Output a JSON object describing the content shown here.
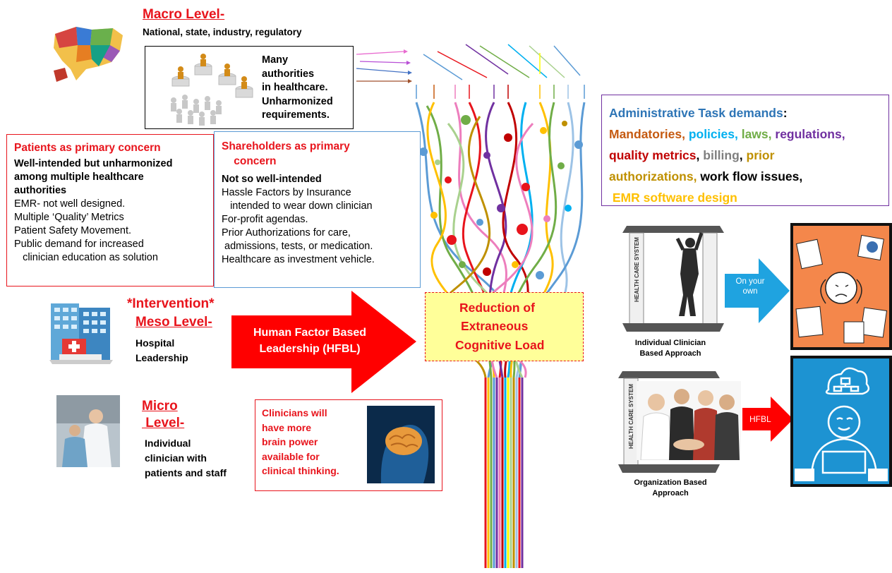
{
  "macro": {
    "title": "Macro Level-",
    "subtitle": "National, state,  industry, regulatory",
    "box_lines": [
      "Many",
      "authorities",
      "in healthcare.",
      "Unharmonized",
      "requirements."
    ]
  },
  "patients": {
    "title": "Patients as primary concern",
    "bold_lines": [
      "Well-intended but unharmonized",
      "among multiple healthcare",
      "authorities"
    ],
    "lines": [
      "EMR-  not well designed.",
      "Multiple ‘Quality’ Metrics",
      "Patient Safety Movement.",
      "Public demand for increased",
      "   clinician education as solution"
    ]
  },
  "shareholders": {
    "title_lines": [
      "Shareholders as primary",
      "    concern"
    ],
    "bold_line": "Not so well-intended",
    "lines": [
      "Hassle Factors by Insurance",
      "   intended to wear down clinician",
      "For-profit agendas.",
      "Prior Authorizations for care,",
      " admissions, tests, or medication.",
      "Healthcare as investment vehicle."
    ]
  },
  "admin": {
    "segments": [
      {
        "text": "Administrative Task demands",
        "color": "#2e75b6"
      },
      {
        "text": ":",
        "color": "#000000"
      },
      {
        "text": "Mandatories,",
        "color": "#c55a11"
      },
      {
        "text": " policies,",
        "color": "#00b0f0"
      },
      {
        "text": " laws,",
        "color": "#70ad47"
      },
      {
        "text": " regulations,",
        "color": "#7030a0"
      },
      {
        "text": "quality metrics",
        "color": "#c00000"
      },
      {
        "text": ", ",
        "color": "#000000"
      },
      {
        "text": "billing",
        "color": "#7f7f7f"
      },
      {
        "text": ", ",
        "color": "#000000"
      },
      {
        "text": "prior",
        "color": "#bf9000"
      },
      {
        "text": "authorizations,",
        "color": "#bf9000"
      },
      {
        "text": " work flow issues,",
        "color": "#000000"
      },
      {
        "text": " EMR software design",
        "color": "#ffc000"
      }
    ]
  },
  "meso": {
    "intervention": "*Intervention*",
    "title": "Meso Level-",
    "lines": [
      "Hospital",
      "Leadership"
    ]
  },
  "hfbl_arrow": {
    "lines": [
      "Human Factor Based",
      "Leadership (HFBL)"
    ]
  },
  "reduction": {
    "lines": [
      "Reduction of",
      "Extraneous",
      "Cognitive Load"
    ]
  },
  "micro": {
    "title_lines": [
      "Micro",
      " Level-"
    ],
    "lines": [
      "Individual",
      "clinician with",
      "patients and staff"
    ]
  },
  "clinicians_box": {
    "lines": [
      "Clinicians will",
      "have more",
      "brain power",
      "available for",
      "clinical thinking."
    ]
  },
  "right": {
    "individual_caption": [
      "Individual Clinician",
      "Based Approach"
    ],
    "organization_caption": [
      "Organization Based",
      "Approach"
    ],
    "on_your_own": [
      "On your",
      "own"
    ],
    "hfbl": "HFBL",
    "machine_label": "HEALTH CARE SYSTEM"
  },
  "colors": {
    "red": "#e8141c",
    "arrow_red": "#ff0000",
    "reduction_fill": "#ffff99",
    "blue_arrow": "#1fa3e0",
    "orange_panel": "#f4874b",
    "blue_panel": "#1d93d2",
    "admin_border": "#7030a0",
    "shareholders_border": "#5b9bd5"
  },
  "icons": [
    "us-map-icon",
    "authorities-podium-icon",
    "hospital-icon",
    "clinician-photo-icon",
    "brain-icon",
    "health-care-machine-icon",
    "team-photo-icon",
    "stressed-person-icon",
    "calm-person-icon"
  ]
}
